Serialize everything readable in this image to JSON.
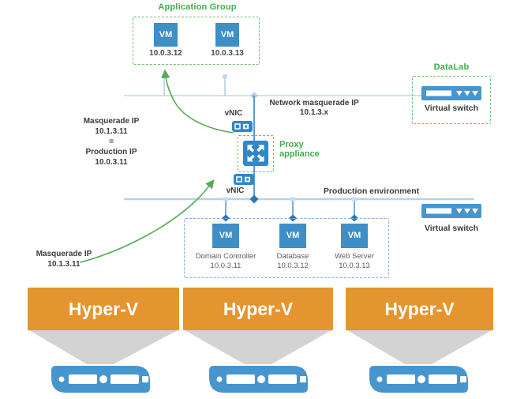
{
  "app_group": {
    "title": "Application Group",
    "vms": [
      {
        "label": "VM",
        "ip": "10.0.3.12"
      },
      {
        "label": "VM",
        "ip": "10.0.3.13"
      }
    ]
  },
  "datalab": {
    "title": "DataLab",
    "switch_label": "Virtual switch"
  },
  "network_masquerade": {
    "line1": "Network masquerade IP",
    "line2": "10.1.3.x"
  },
  "masquerade_mapping": {
    "lines": [
      "Masquerade IP",
      "10.1.3.11",
      "=",
      "Production IP",
      "10.0.3.11"
    ]
  },
  "proxy": {
    "line1": "Proxy",
    "line2": "appliance"
  },
  "vnic_top_label": "vNIC",
  "vnic_bottom_label": "vNIC",
  "production": {
    "env_label": "Production environment",
    "switch_label": "Virtual switch",
    "vms": [
      {
        "label": "VM",
        "name": "Domain Controller",
        "ip": "10.0.3.11"
      },
      {
        "label": "VM",
        "name": "Database",
        "ip": "10.0.3.12"
      },
      {
        "label": "VM",
        "name": "Web Server",
        "ip": "10.0.3.13"
      }
    ]
  },
  "masquerade_note": {
    "line1": "Masquerade IP",
    "line2": "10.1.3.11"
  },
  "hypervisors": [
    {
      "label": "Hyper-V"
    },
    {
      "label": "Hyper-V"
    },
    {
      "label": "Hyper-V"
    }
  ],
  "colors": {
    "green_text": "#3fae49",
    "green_dash": "#6fc06f",
    "vm_blue": "#3e8ec7",
    "icon_blue": "#4795cf",
    "orange": "#e5952f",
    "dark_text": "#3b3b3b",
    "gray_text": "#5e5e5e",
    "light_line": "#cfe0f2",
    "prod_line": "#b7d3ec",
    "branch_blue": "#5b9bd5",
    "connector_blue": "#2e75b6",
    "funnel_gray": "#d3d3d3"
  }
}
